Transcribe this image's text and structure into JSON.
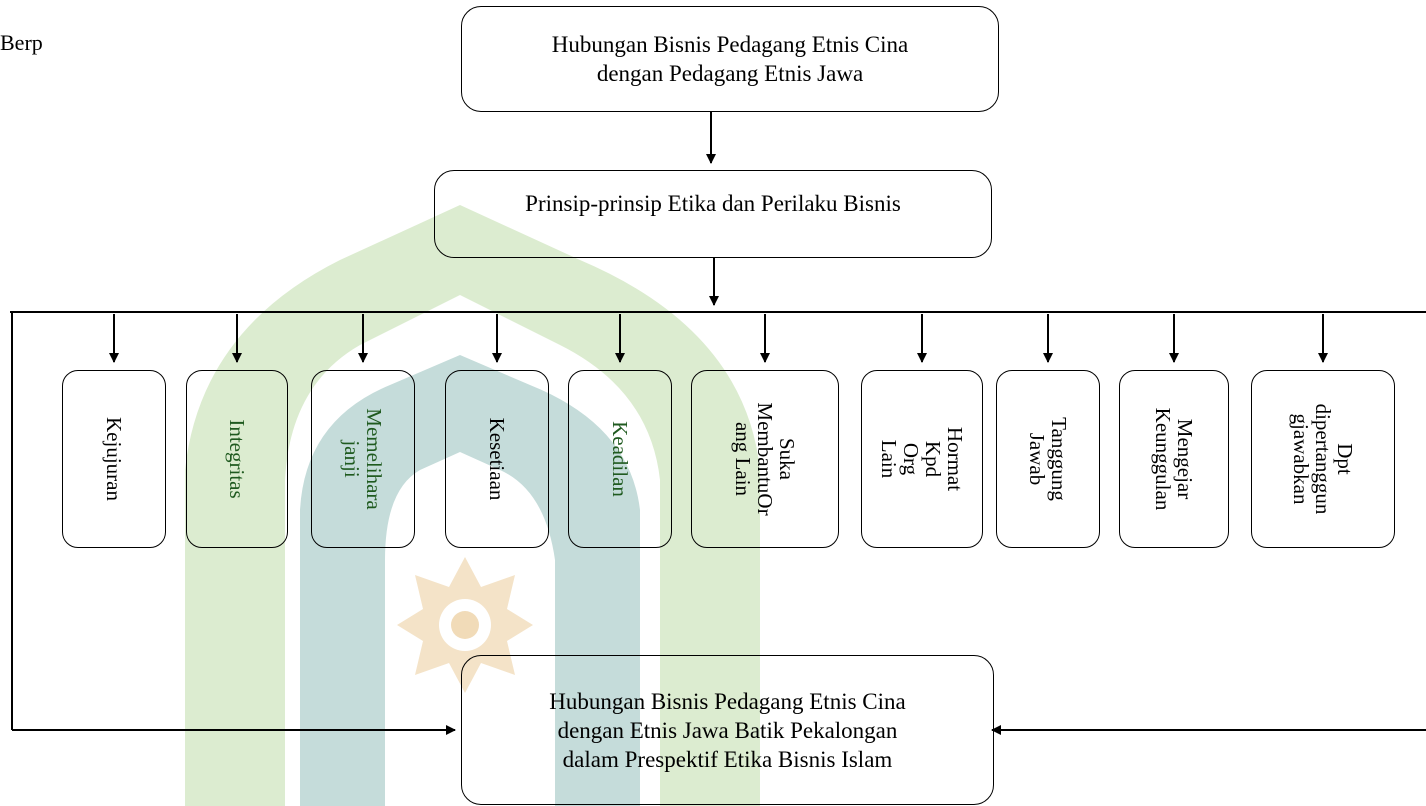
{
  "corner_text": "Berp",
  "top_box": "Hubungan Bisnis Pedagang Etnis Cina\ndengan Pedagang Etnis Jawa",
  "middle_box": "Prinsip-prinsip Etika dan Perilaku Bisnis",
  "principles": [
    {
      "label": "Kejujuran"
    },
    {
      "label": "Integritas"
    },
    {
      "label": "Memelihara\njanji"
    },
    {
      "label": "Kesetiaan"
    },
    {
      "label": "Keadilan"
    },
    {
      "label": "Suka\nMembantuOr\nang Lain"
    },
    {
      "label": "Hormat Kpd\nOrg Lain"
    },
    {
      "label": "Tanggung\nJawab"
    },
    {
      "label": "Mengejar\nKeunggulan"
    },
    {
      "label": "Dpt\ndipertanggun\ngjawabkan"
    }
  ],
  "bottom_box": "Hubungan Bisnis Pedagang Etnis Cina\ndengan Etnis Jawa Batik Pekalongan\ndalam Prespektif Etika Bisnis Islam",
  "colors": {
    "watermark_green": "#dcecd0",
    "watermark_teal": "#c5dcda",
    "watermark_gold": "#f4e3c8",
    "label_green": "#1f5a1f"
  }
}
